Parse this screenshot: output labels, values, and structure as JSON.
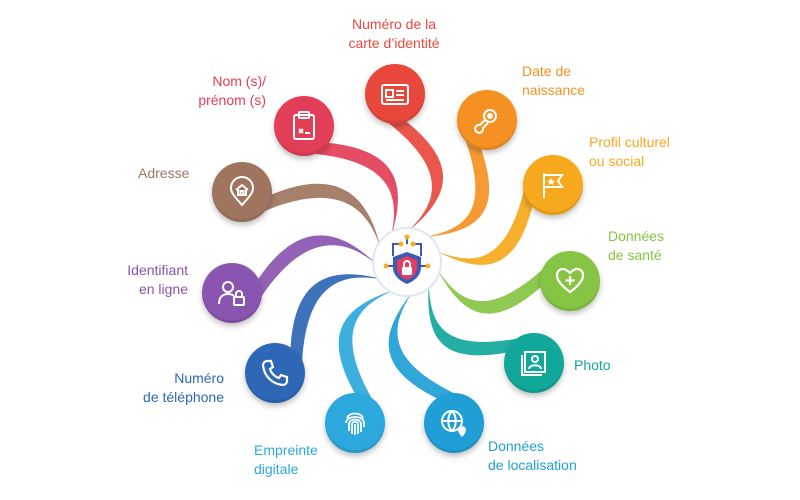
{
  "items": [
    {
      "id": "carte",
      "lines": [
        "Numéro de la",
        "carte d’identité"
      ],
      "color": "#e8483c",
      "icon": "id-card-icon"
    },
    {
      "id": "naissance",
      "lines": [
        "Date de",
        "naissance"
      ],
      "color": "#f49122",
      "icon": "pacifier-icon"
    },
    {
      "id": "culturel",
      "lines": [
        "Profil culturel",
        "ou social"
      ],
      "color": "#f6a91c",
      "icon": "flag-icon"
    },
    {
      "id": "sante",
      "lines": [
        "Données",
        "de santé"
      ],
      "color": "#86c443",
      "icon": "heart-plus-icon"
    },
    {
      "id": "photo",
      "lines": [
        "Photo"
      ],
      "color": "#12a79b",
      "icon": "photo-icon"
    },
    {
      "id": "localisation",
      "lines": [
        "Données",
        "de localisation"
      ],
      "color": "#1f9fd6",
      "icon": "globe-pin-icon"
    },
    {
      "id": "empreinte",
      "lines": [
        "Empreinte",
        "digitale"
      ],
      "color": "#2ca8dc",
      "icon": "fingerprint-icon"
    },
    {
      "id": "telephone",
      "lines": [
        "Numéro",
        "de téléphone"
      ],
      "color": "#2e67b5",
      "icon": "phone-icon"
    },
    {
      "id": "identifiant",
      "lines": [
        "Identifiant",
        "en ligne"
      ],
      "color": "#8a55b0",
      "icon": "user-lock-icon"
    },
    {
      "id": "adresse",
      "lines": [
        "Adresse"
      ],
      "color": "#a07560",
      "icon": "home-pin-icon"
    },
    {
      "id": "nom",
      "lines": [
        "Nom (s)/",
        "prénom (s)"
      ],
      "color": "#e33e57",
      "icon": "clipboard-icon"
    }
  ],
  "center": {
    "icon": "shield-lock-icon",
    "color": "#3a5cb5",
    "accent": "#e23d65"
  }
}
